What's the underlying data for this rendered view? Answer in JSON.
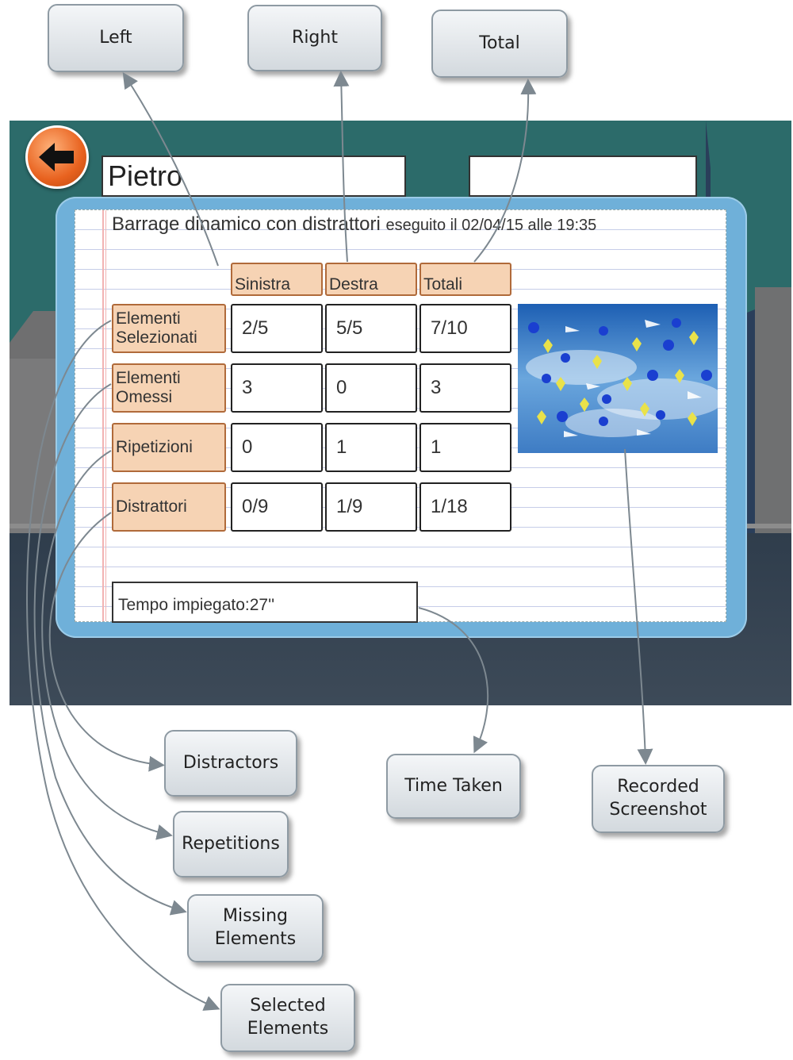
{
  "callouts": {
    "left": "Left",
    "right": "Right",
    "total": "Total",
    "distractors": "Distractors",
    "time_taken": "Time Taken",
    "recorded_screenshot": "Recorded\nScreenshot",
    "repetitions": "Repetitions",
    "missing_elements": "Missing\nElements",
    "selected_elements": "Selected\nElements"
  },
  "app": {
    "patient_name": "Pietro",
    "second_field": "",
    "test_title": "Barrage dinamico con distrattori",
    "test_date_text": "eseguito il 02/04/15 alle 19:35",
    "columns": [
      "Sinistra",
      "Destra",
      "Totali"
    ],
    "rows": [
      {
        "label": "Elementi\nSelezionati",
        "values": [
          "2/5",
          "5/5",
          "7/10"
        ]
      },
      {
        "label": "Elementi\nOmessi",
        "values": [
          "3",
          "0",
          "3"
        ]
      },
      {
        "label": "Ripetizioni",
        "values": [
          "0",
          "1",
          "1"
        ]
      },
      {
        "label": "Distrattori",
        "values": [
          "0/9",
          "1/9",
          "1/18"
        ]
      }
    ],
    "time_taken": "Tempo impiegato:27''"
  },
  "icons": {
    "back": "arrow-left-icon",
    "screenshot": "recorded-screenshot-image"
  },
  "colors": {
    "sky": "#2c6b6a",
    "panel": "#6fb0d9",
    "header_fill": "#f6d3b4",
    "header_border": "#b06a3a",
    "back_button": "#e8621f"
  }
}
